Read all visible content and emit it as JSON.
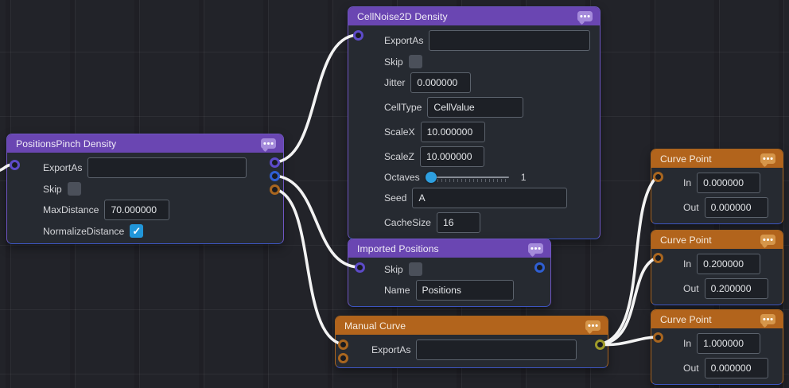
{
  "palette": {
    "background": "#222329",
    "grid_line": "#2c2d34",
    "wire": "#f3f3f3",
    "purple_header": "#6a46b2",
    "orange_header": "#b2641c",
    "node_body": "#262a31",
    "input_background": "#1d2026",
    "input_border": "#5b626c",
    "checkbox_checked": "#2196d9",
    "slider_knob": "#2d9fe0",
    "port_purple": "#5d4bc9",
    "port_blue": "#2f5fd3",
    "port_orange": "#a9661f",
    "port_olive": "#9f9b2a"
  },
  "nodes": {
    "positions_pinch": {
      "title": "PositionsPinch Density",
      "export_as": {
        "label": "ExportAs",
        "value": ""
      },
      "skip": {
        "label": "Skip",
        "checked": false
      },
      "max_distance": {
        "label": "MaxDistance",
        "value": "70.000000"
      },
      "normalize_distance": {
        "label": "NormalizeDistance",
        "checked": true
      }
    },
    "cellnoise2d": {
      "title": "CellNoise2D Density",
      "export_as": {
        "label": "ExportAs",
        "value": ""
      },
      "skip": {
        "label": "Skip",
        "checked": false
      },
      "jitter": {
        "label": "Jitter",
        "value": "0.000000"
      },
      "cell_type": {
        "label": "CellType",
        "value": "CellValue"
      },
      "scale_x": {
        "label": "ScaleX",
        "value": "10.000000"
      },
      "scale_z": {
        "label": "ScaleZ",
        "value": "10.000000"
      },
      "octaves": {
        "label": "Octaves",
        "value": "1"
      },
      "seed": {
        "label": "Seed",
        "value": "A"
      },
      "cache_size": {
        "label": "CacheSize",
        "value": "16"
      }
    },
    "imported_positions": {
      "title": "Imported Positions",
      "skip": {
        "label": "Skip",
        "checked": false
      },
      "name": {
        "label": "Name",
        "value": "Positions"
      }
    },
    "manual_curve": {
      "title": "Manual Curve",
      "export_as": {
        "label": "ExportAs",
        "value": ""
      }
    },
    "curve_point_1": {
      "title": "Curve Point",
      "in": {
        "label": "In",
        "value": "0.000000"
      },
      "out": {
        "label": "Out",
        "value": "0.000000"
      }
    },
    "curve_point_2": {
      "title": "Curve Point",
      "in": {
        "label": "In",
        "value": "0.200000"
      },
      "out": {
        "label": "Out",
        "value": "0.200000"
      }
    },
    "curve_point_3": {
      "title": "Curve Point",
      "in": {
        "label": "In",
        "value": "1.000000"
      },
      "out": {
        "label": "Out",
        "value": "0.000000"
      }
    }
  }
}
